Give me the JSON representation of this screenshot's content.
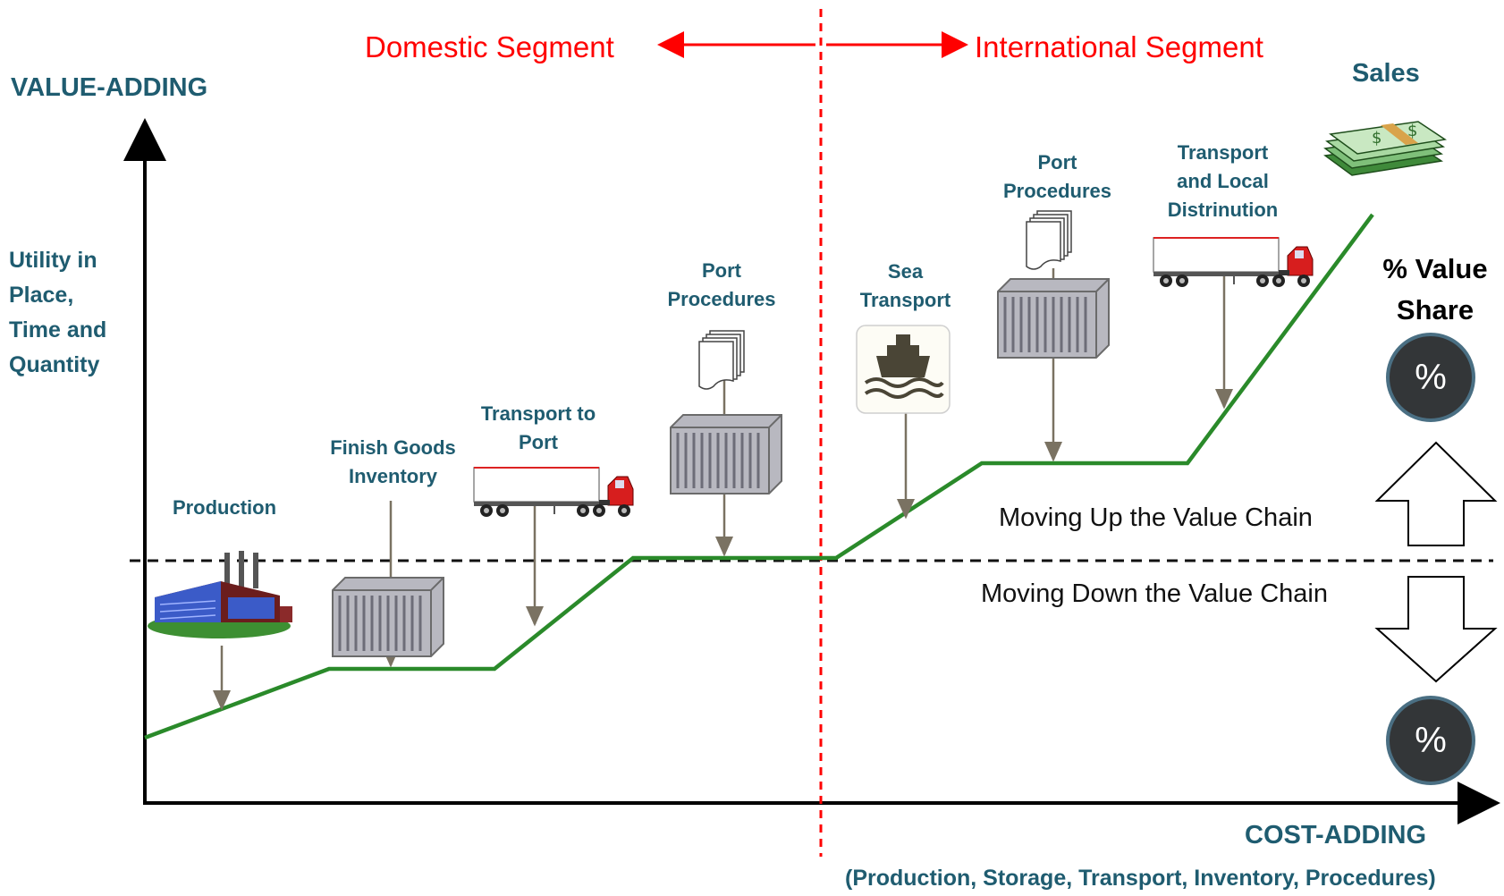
{
  "axes": {
    "y_title": "VALUE-ADDING",
    "y_subtitle": "Utility in\nPlace,\nTime and\nQuantity",
    "x_title": "COST-ADDING",
    "x_subtitle": "(Production, Storage, Transport, Inventory, Procedures)"
  },
  "segments": {
    "domestic": "Domestic Segment",
    "international": "International Segment"
  },
  "steps": [
    {
      "label": "Production",
      "icon": "factory-icon"
    },
    {
      "label": "Finish Goods\nInventory",
      "icon": "container-icon"
    },
    {
      "label": "Transport to\nPort",
      "icon": "truck-icon"
    },
    {
      "label": "Port\nProcedures",
      "icon": "documents-container-icon"
    },
    {
      "label": "Sea\nTransport",
      "icon": "ship-icon"
    },
    {
      "label": "Port\nProcedures",
      "icon": "documents-container-icon"
    },
    {
      "label": "Transport\nand Local\nDistrinution",
      "icon": "truck-icon"
    },
    {
      "label": "Sales",
      "icon": "money-stack-icon"
    }
  ],
  "value_share": {
    "title": "% Value\nShare",
    "up_label": "Moving Up the Value Chain",
    "down_label": "Moving Down the Value Chain",
    "badge_symbol": "%"
  },
  "colors": {
    "value_line": "#2a8a2a",
    "segment_divider": "#ff0000",
    "label_text": "#1f5c70",
    "badge_fill": "#333638"
  }
}
